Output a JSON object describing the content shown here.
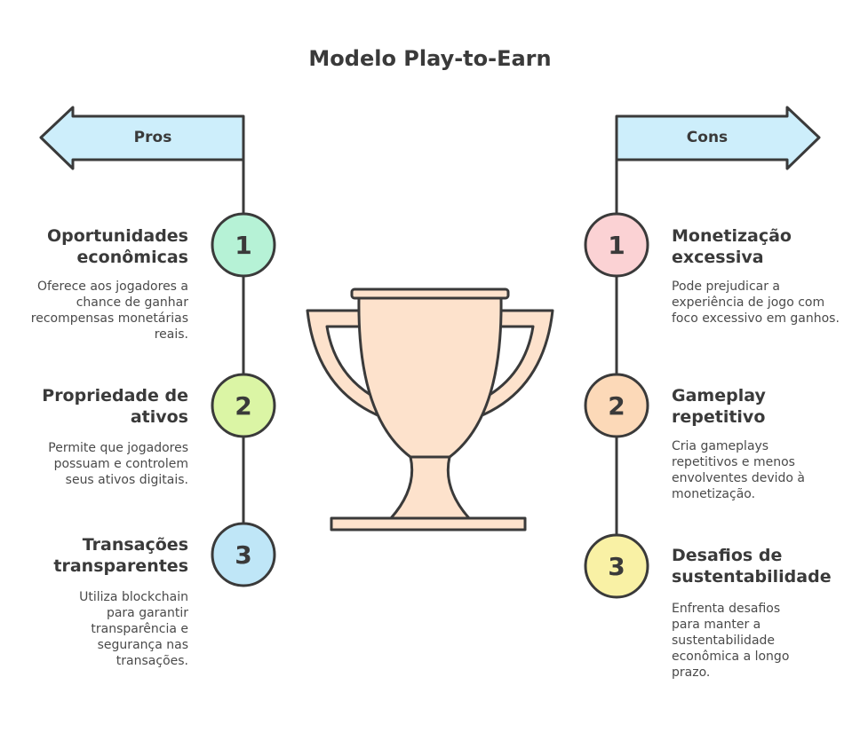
{
  "title": "Modelo Play-to-Earn",
  "pros": {
    "label": "Pros",
    "items": [
      {
        "number": "1",
        "heading": "Oportunidades econômicas",
        "description": "Oferece aos jogadores a chance de ganhar recompensas monetárias reais.",
        "color": "#b6f2d6"
      },
      {
        "number": "2",
        "heading": "Propriedade de ativos",
        "description": "Permite que jogadores possuam e controlem seus ativos digitais.",
        "color": "#dbf5a5"
      },
      {
        "number": "3",
        "heading": "Transações transparentes",
        "description": "Utiliza blockchain para garantir transparência e segurança nas transações.",
        "color": "#bfe6f7"
      }
    ]
  },
  "cons": {
    "label": "Cons",
    "items": [
      {
        "number": "1",
        "heading": "Monetização excessiva",
        "description": "Pode prejudicar a experiência de jogo com foco excessivo em ganhos.",
        "color": "#fbd2d4"
      },
      {
        "number": "2",
        "heading": "Gameplay repetitivo",
        "description": "Cria gameplays repetitivos e menos envolventes devido à monetização.",
        "color": "#fcd9b8"
      },
      {
        "number": "3",
        "heading": "Desafios de sustentabilidade",
        "description": "Enfrenta desafios para manter a sustentabilidade econômica a longo prazo.",
        "color": "#f9f1a5"
      }
    ]
  },
  "colors": {
    "arrow_fill": "#cdeefb",
    "trophy_fill": "#fde2cc",
    "stroke": "#3a3a3a"
  }
}
